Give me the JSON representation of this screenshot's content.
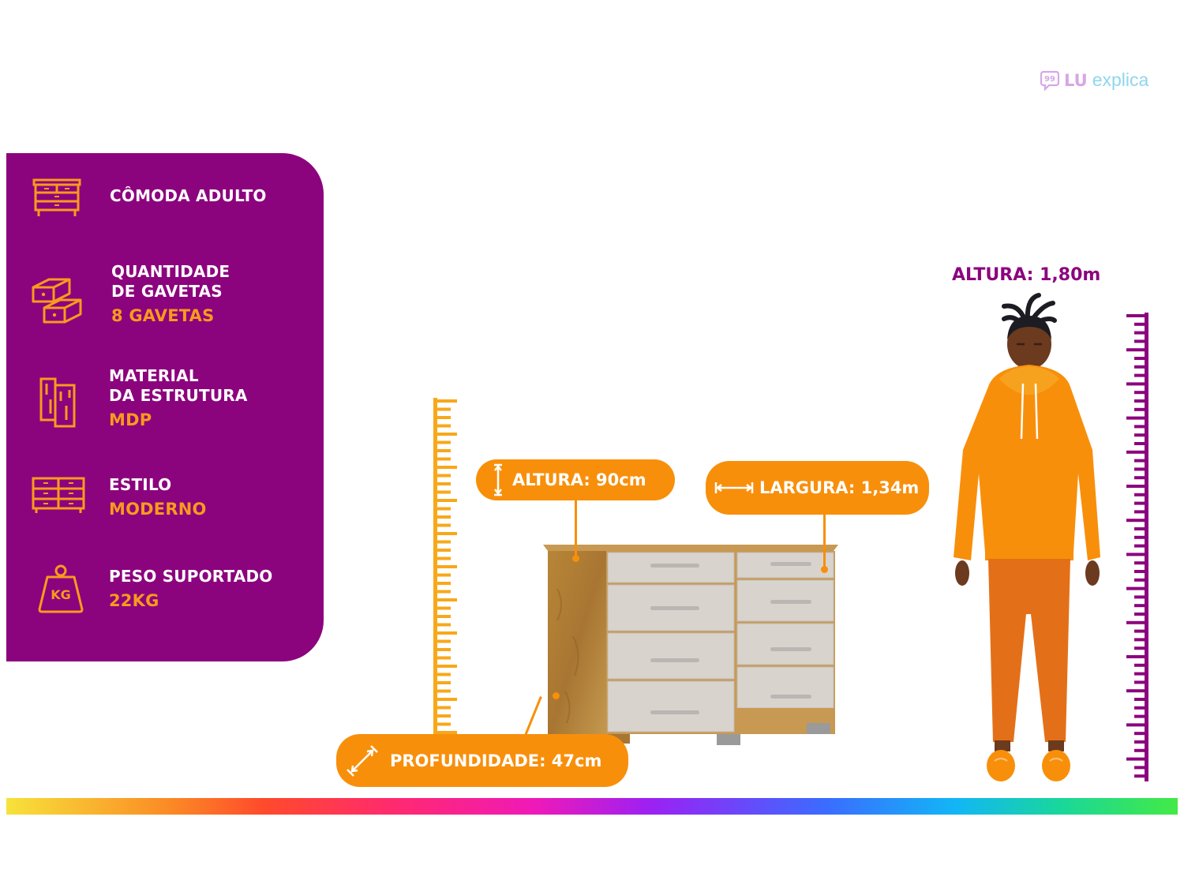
{
  "brand": {
    "lu": "LU",
    "explica": "explica"
  },
  "panel": {
    "items": [
      {
        "icon": "dresser-icon",
        "label": "CÔMODA ADULTO"
      },
      {
        "icon": "drawers-icon",
        "label_line1": "QUANTIDADE",
        "label_line2": "DE GAVETAS",
        "value": "8 GAVETAS"
      },
      {
        "icon": "wood-planks-icon",
        "label_line1": "MATERIAL",
        "label_line2": "DA ESTRUTURA",
        "value": "MDP"
      },
      {
        "icon": "cabinet-icon",
        "label_line1": "ESTILO",
        "value": "MODERNO"
      },
      {
        "icon": "weight-kg-icon",
        "label_line1": "PESO SUPORTADO",
        "value": "22KG",
        "weight_glyph": "KG"
      }
    ]
  },
  "callouts": {
    "height": "ALTURA: 90cm",
    "width": "LARGURA: 1,34m",
    "depth": "PROFUNDIDADE: 47cm"
  },
  "person": {
    "label": "ALTURA: 1,80m"
  },
  "colors": {
    "purple": "#8c037e",
    "orange": "#f88f0b",
    "orange_text": "#f99a1c"
  }
}
